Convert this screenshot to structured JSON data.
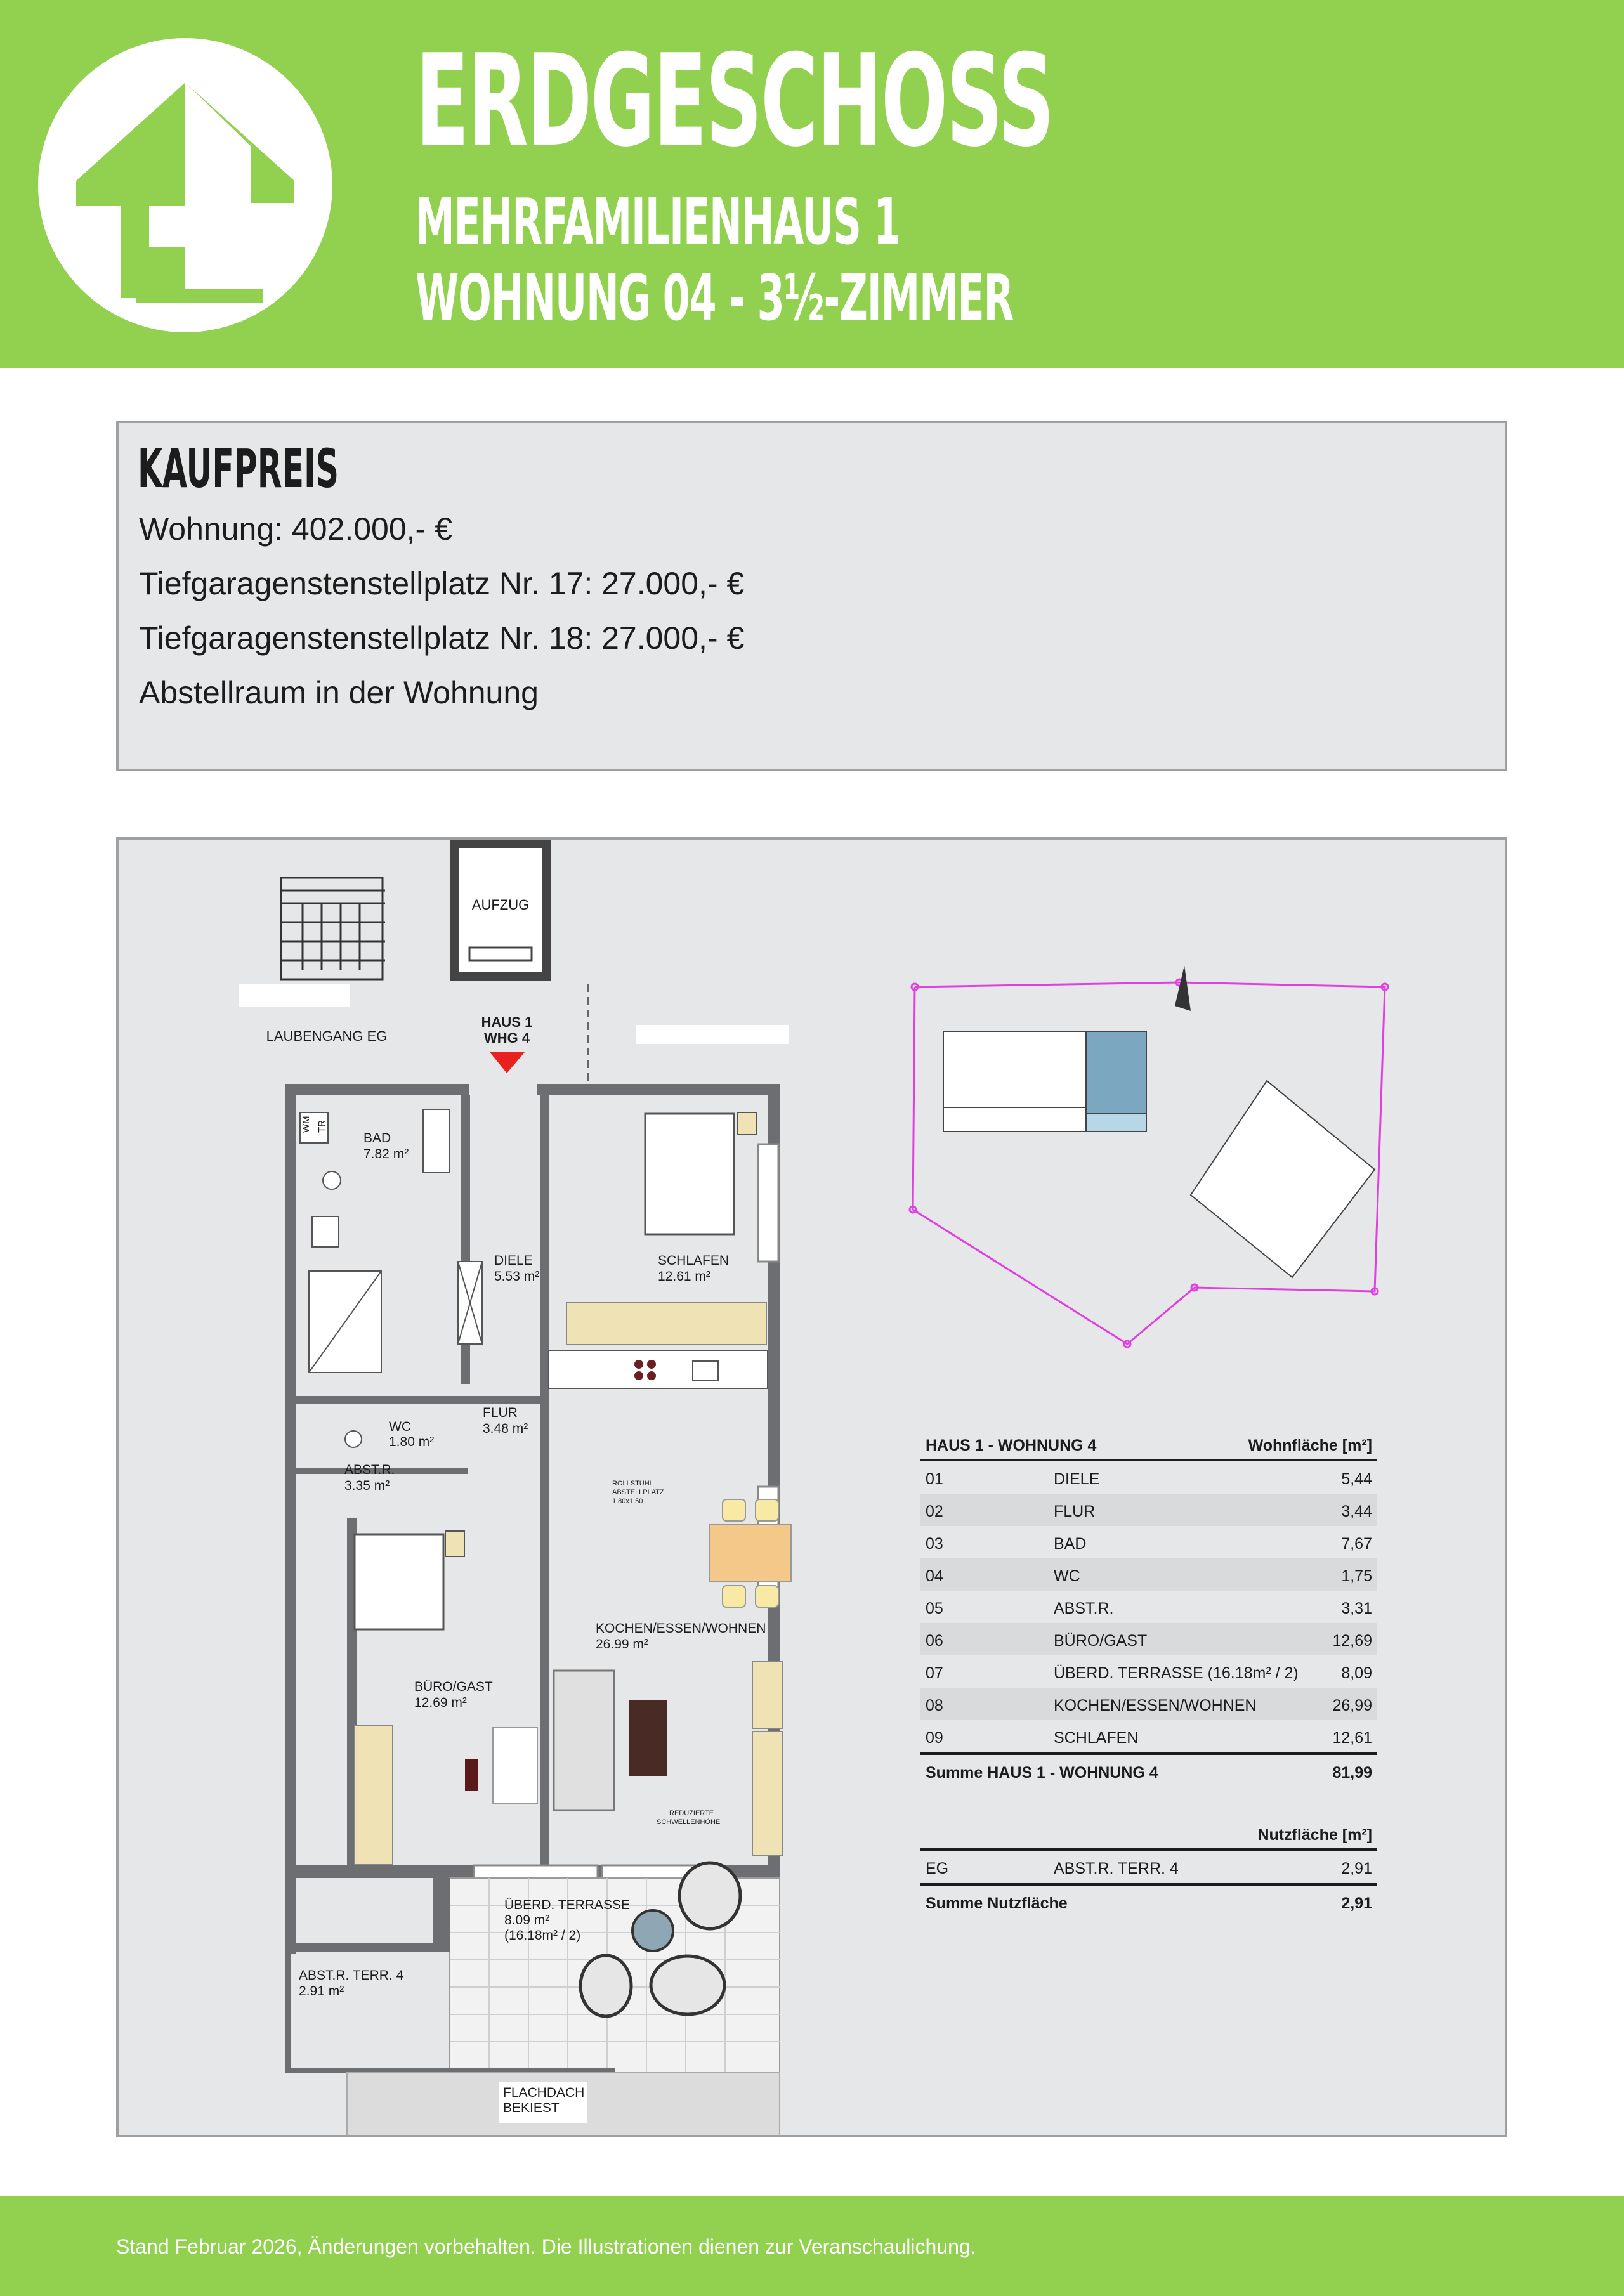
{
  "header": {
    "title": "ERDGESCHOSS",
    "subtitle_1": "MEHRFAMILIENHAUS 1",
    "subtitle_2": "WOHNUNG 04 - 3½-ZIMMER"
  },
  "colors": {
    "brand_green": "#92d050",
    "panel_gray": "#e6e7e8",
    "unit_highlight": "#7ba7c1",
    "site_outline": "#e040e0",
    "marker_red": "#e8201e"
  },
  "price": {
    "title": "KAUFPREIS",
    "lines": [
      "Wohnung: 402.000,- €",
      "Tiefgaragenstenstellplatz Nr. 17: 27.000,- €",
      "Tiefgaragenstenstellplatz Nr. 18: 27.000,- €",
      "Abstellraum in der Wohnung"
    ]
  },
  "plan": {
    "elevator": "AUFZUG",
    "corridor": "LAUBENGANG EG",
    "unit_tag_1": "HAUS 1",
    "unit_tag_2": "WHG 4",
    "appliance_wm": "WM",
    "appliance_tr": "TR",
    "rooms": [
      {
        "name": "BAD",
        "area": "7.82 m²"
      },
      {
        "name": "DIELE",
        "area": "5.53 m²"
      },
      {
        "name": "SCHLAFEN",
        "area": "12.61 m²"
      },
      {
        "name": "WC",
        "area": "1.80 m²"
      },
      {
        "name": "FLUR",
        "area": "3.48 m²"
      },
      {
        "name": "ABST.R.",
        "area": "3.35 m²"
      },
      {
        "name": "KOCHEN/ESSEN/WOHNEN",
        "area": "26.99 m²"
      },
      {
        "name": "BÜRO/GAST",
        "area": "12.69 m²"
      },
      {
        "name": "ÜBERD. TERRASSE",
        "area": "8.09 m²",
        "note": "(16.18m² / 2)"
      },
      {
        "name": "ABST.R. TERR. 4",
        "area": "2.91 m²"
      },
      {
        "name": "FLACHDACH",
        "area": "BEKIEST"
      }
    ],
    "wheelchair_note_1": "ROLLSTUHL",
    "wheelchair_note_2": "ABSTELLPLATZ",
    "wheelchair_note_3": "1.80x1.50",
    "threshold_note_1": "REDUZIERTE",
    "threshold_note_2": "SCHWELLENHÖHE"
  },
  "area_table": {
    "title": "HAUS 1 - WOHNUNG 4",
    "unit_header": "Wohnfläche [m²]",
    "rows": [
      {
        "no": "01",
        "name": "DIELE",
        "value": "5,44"
      },
      {
        "no": "02",
        "name": "FLUR",
        "value": "3,44"
      },
      {
        "no": "03",
        "name": "BAD",
        "value": "7,67"
      },
      {
        "no": "04",
        "name": "WC",
        "value": "1,75"
      },
      {
        "no": "05",
        "name": "ABST.R.",
        "value": "3,31"
      },
      {
        "no": "06",
        "name": "BÜRO/GAST",
        "value": "12,69"
      },
      {
        "no": "07",
        "name": "ÜBERD. TERRASSE (16.18m² / 2)",
        "value": "8,09"
      },
      {
        "no": "08",
        "name": "KOCHEN/ESSEN/WOHNEN",
        "value": "26,99"
      },
      {
        "no": "09",
        "name": "SCHLAFEN",
        "value": "12,61"
      }
    ],
    "sum_label": "Summe HAUS 1 - WOHNUNG 4",
    "sum_value": "81,99"
  },
  "nutz_table": {
    "unit_header": "Nutzfläche [m²]",
    "rows": [
      {
        "no": "EG",
        "name": "ABST.R. TERR. 4",
        "value": "2,91"
      }
    ],
    "sum_label": "Summe Nutzfläche",
    "sum_value": "2,91"
  },
  "footer": {
    "text": "Stand Februar 2026, Änderungen vorbehalten. Die Illustrationen dienen zur Veranschaulichung."
  }
}
